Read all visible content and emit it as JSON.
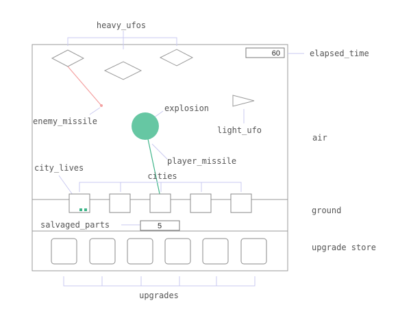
{
  "labels": {
    "heavy_ufos": "heavy_ufos",
    "elapsed_time": "elapsed_time",
    "explosion": "explosion",
    "enemy_missile": "enemy_missile",
    "light_ufo": "light_ufo",
    "air": "air",
    "player_missile": "player_missile",
    "city_lives": "city_lives",
    "cities": "cities",
    "ground": "ground",
    "salvaged_parts": "salvaged_parts",
    "upgrade_store": "upgrade store",
    "upgrades": "upgrades"
  },
  "values": {
    "elapsed_time": "60",
    "salvaged_parts": "5"
  },
  "counts": {
    "cities": 5,
    "upgrade_slots": 6,
    "city_lives": 2
  },
  "colors": {
    "frame": "#999999",
    "leader": "#c9c9f0",
    "explosion": "#66c7a3",
    "enemy_missile": "#f4a0a0",
    "player_missile": "#3db488",
    "life_marker": "#3db488"
  }
}
